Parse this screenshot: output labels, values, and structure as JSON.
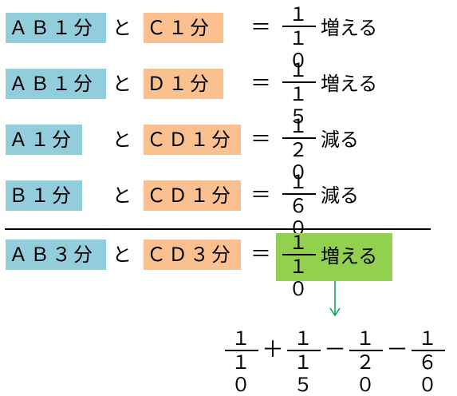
{
  "rows": [
    {
      "left": "ＡＢ１分",
      "to": "と",
      "right": "Ｃ１分",
      "eq": "＝",
      "num": "１",
      "den": "１０",
      "result": "増える"
    },
    {
      "left": "ＡＢ１分",
      "to": "と",
      "right": "Ｄ１分",
      "eq": "＝",
      "num": "１",
      "den": "１５",
      "result": "増える"
    },
    {
      "left": "Ａ１分",
      "to": "と",
      "right": "ＣＤ１分",
      "eq": "＝",
      "num": "１",
      "den": "２０",
      "result": "減る"
    },
    {
      "left": "Ｂ１分",
      "to": "と",
      "right": "ＣＤ１分",
      "eq": "＝",
      "num": "１",
      "den": "６０",
      "result": "減る"
    }
  ],
  "total": {
    "left": "ＡＢ３分",
    "to": "と",
    "right": "ＣＤ３分",
    "eq": "＝",
    "num": "１",
    "den": "１０",
    "result": "増える"
  },
  "sum": {
    "terms": [
      {
        "num": "１",
        "den": "１０"
      },
      {
        "num": "１",
        "den": "１５"
      },
      {
        "num": "１",
        "den": "２０"
      },
      {
        "num": "１",
        "den": "６０"
      }
    ],
    "ops": [
      "＋",
      "－",
      "－"
    ]
  },
  "colors": {
    "blue": "#92cddc",
    "orange": "#fac090",
    "green": "#92d050",
    "arrow": "#00a050"
  }
}
